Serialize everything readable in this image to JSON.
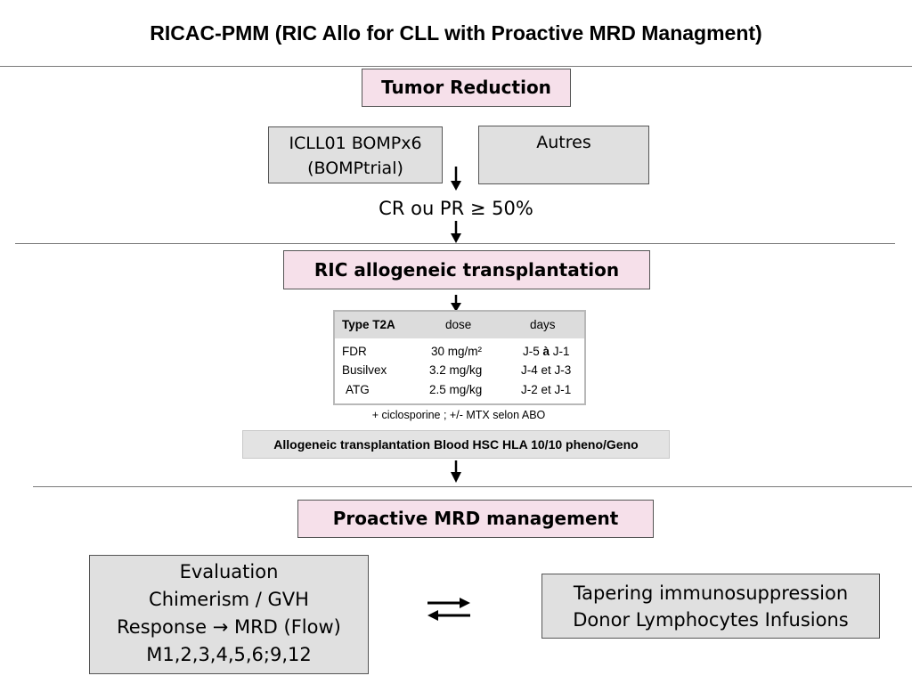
{
  "title": "RICAC-PMM (RIC Allo for CLL with Proactive MRD Managment)",
  "tumor_reduction": {
    "label": "Tumor Reduction"
  },
  "induction": {
    "line1": "ICLL01 BOMPx6",
    "line2": "(BOMPtrial)"
  },
  "autres": {
    "label": "Autres"
  },
  "response_criteria": "CR ou PR ≥ 50%",
  "ric": {
    "label": "RIC allogeneic transplantation"
  },
  "conditioning_table": {
    "headers": [
      "Type T2A",
      "dose",
      "days"
    ],
    "rows": [
      {
        "drug": "FDR",
        "dose": "30 mg/m²",
        "days_pre": "J-5 ",
        "days_bold": "à",
        "days_post": " J-1"
      },
      {
        "drug": "Busilvex",
        "dose": "3.2 mg/kg",
        "days": "J-4 et J-3"
      },
      {
        "drug": "ATG",
        "dose": "2.5 mg/kg",
        "days": "J-2 et J-1"
      }
    ]
  },
  "gvhd_note": "+ ciclosporine ; +/- MTX selon ABO",
  "hsc_box": "Allogeneic transplantation Blood HSC HLA 10/10 pheno/Geno",
  "mrd": {
    "label": "Proactive MRD management"
  },
  "evaluation": {
    "lines": [
      "Evaluation",
      "Chimerism / GVH",
      "Response → MRD (Flow)",
      "M1,2,3,4,5,6;9,12"
    ]
  },
  "actions": {
    "lines": [
      "Tapering immunosuppression",
      "Donor Lymphocytes Infusions"
    ]
  },
  "colors": {
    "pink_fill": "#f6e0ea",
    "grey_fill": "#e0e0e0",
    "border": "#555555"
  }
}
